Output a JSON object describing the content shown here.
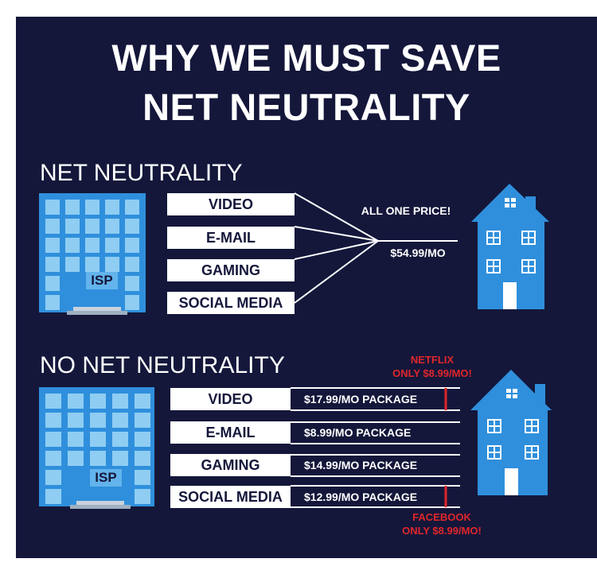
{
  "title": {
    "line1": "WHY WE MUST SAVE",
    "line2": "NET NEUTRALITY"
  },
  "with_neutrality": {
    "heading": "NET NEUTRALITY",
    "isp_label": "ISP",
    "categories": [
      "VIDEO",
      "E-MAIL",
      "GAMING",
      "SOCIAL MEDIA"
    ],
    "price_caption": "ALL ONE PRICE!",
    "price": "$54.99/MO"
  },
  "without_neutrality": {
    "heading": "NO NET NEUTRALITY",
    "isp_label": "ISP",
    "rows": [
      {
        "category": "VIDEO",
        "package": "$17.99/MO PACKAGE"
      },
      {
        "category": "E-MAIL",
        "package": "$8.99/MO PACKAGE"
      },
      {
        "category": "GAMING",
        "package": "$14.99/MO PACKAGE"
      },
      {
        "category": "SOCIAL MEDIA",
        "package": "$12.99/MO PACKAGE"
      }
    ],
    "netflix_note": {
      "line1": "NETFLIX",
      "line2": "ONLY $8.99/MO!"
    },
    "facebook_note": {
      "line1": "FACEBOOK",
      "line2": "ONLY $8.99/MO!"
    }
  },
  "colors": {
    "background": "#14173a",
    "building_blue": "#2f8fdc",
    "window_blue": "#8fcdf2",
    "house_blue": "#2f8fdc",
    "accent_red": "#e0262b",
    "text_white": "#ffffff"
  },
  "icons": [
    "isp-building-icon",
    "house-icon"
  ]
}
